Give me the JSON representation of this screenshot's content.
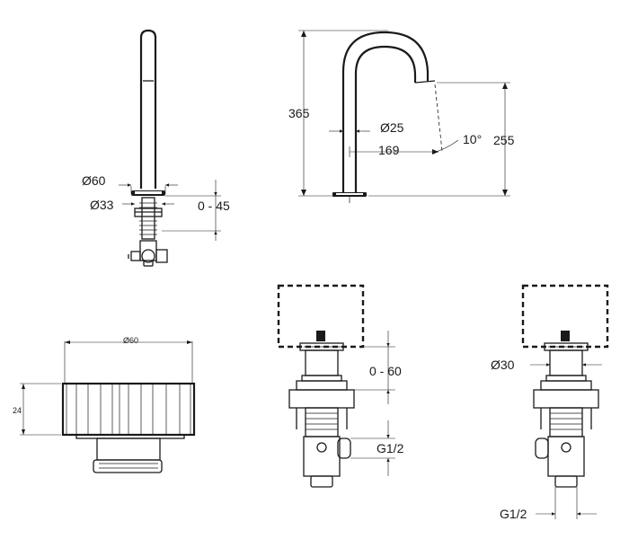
{
  "views": {
    "side": {
      "dia_base": "Ø60",
      "dia_nut": "Ø33",
      "adjust_range": "0 - 45"
    },
    "front": {
      "total_height": "365",
      "dia_pipe": "Ø25",
      "reach": "169",
      "angle": "10°",
      "outlet_height": "255"
    },
    "flange": {
      "diameter": "Ø60",
      "height": "24"
    },
    "install_a": {
      "range": "0 - 60",
      "thread": "G1/2"
    },
    "install_b": {
      "diameter": "Ø30",
      "thread": "G1/2"
    }
  }
}
